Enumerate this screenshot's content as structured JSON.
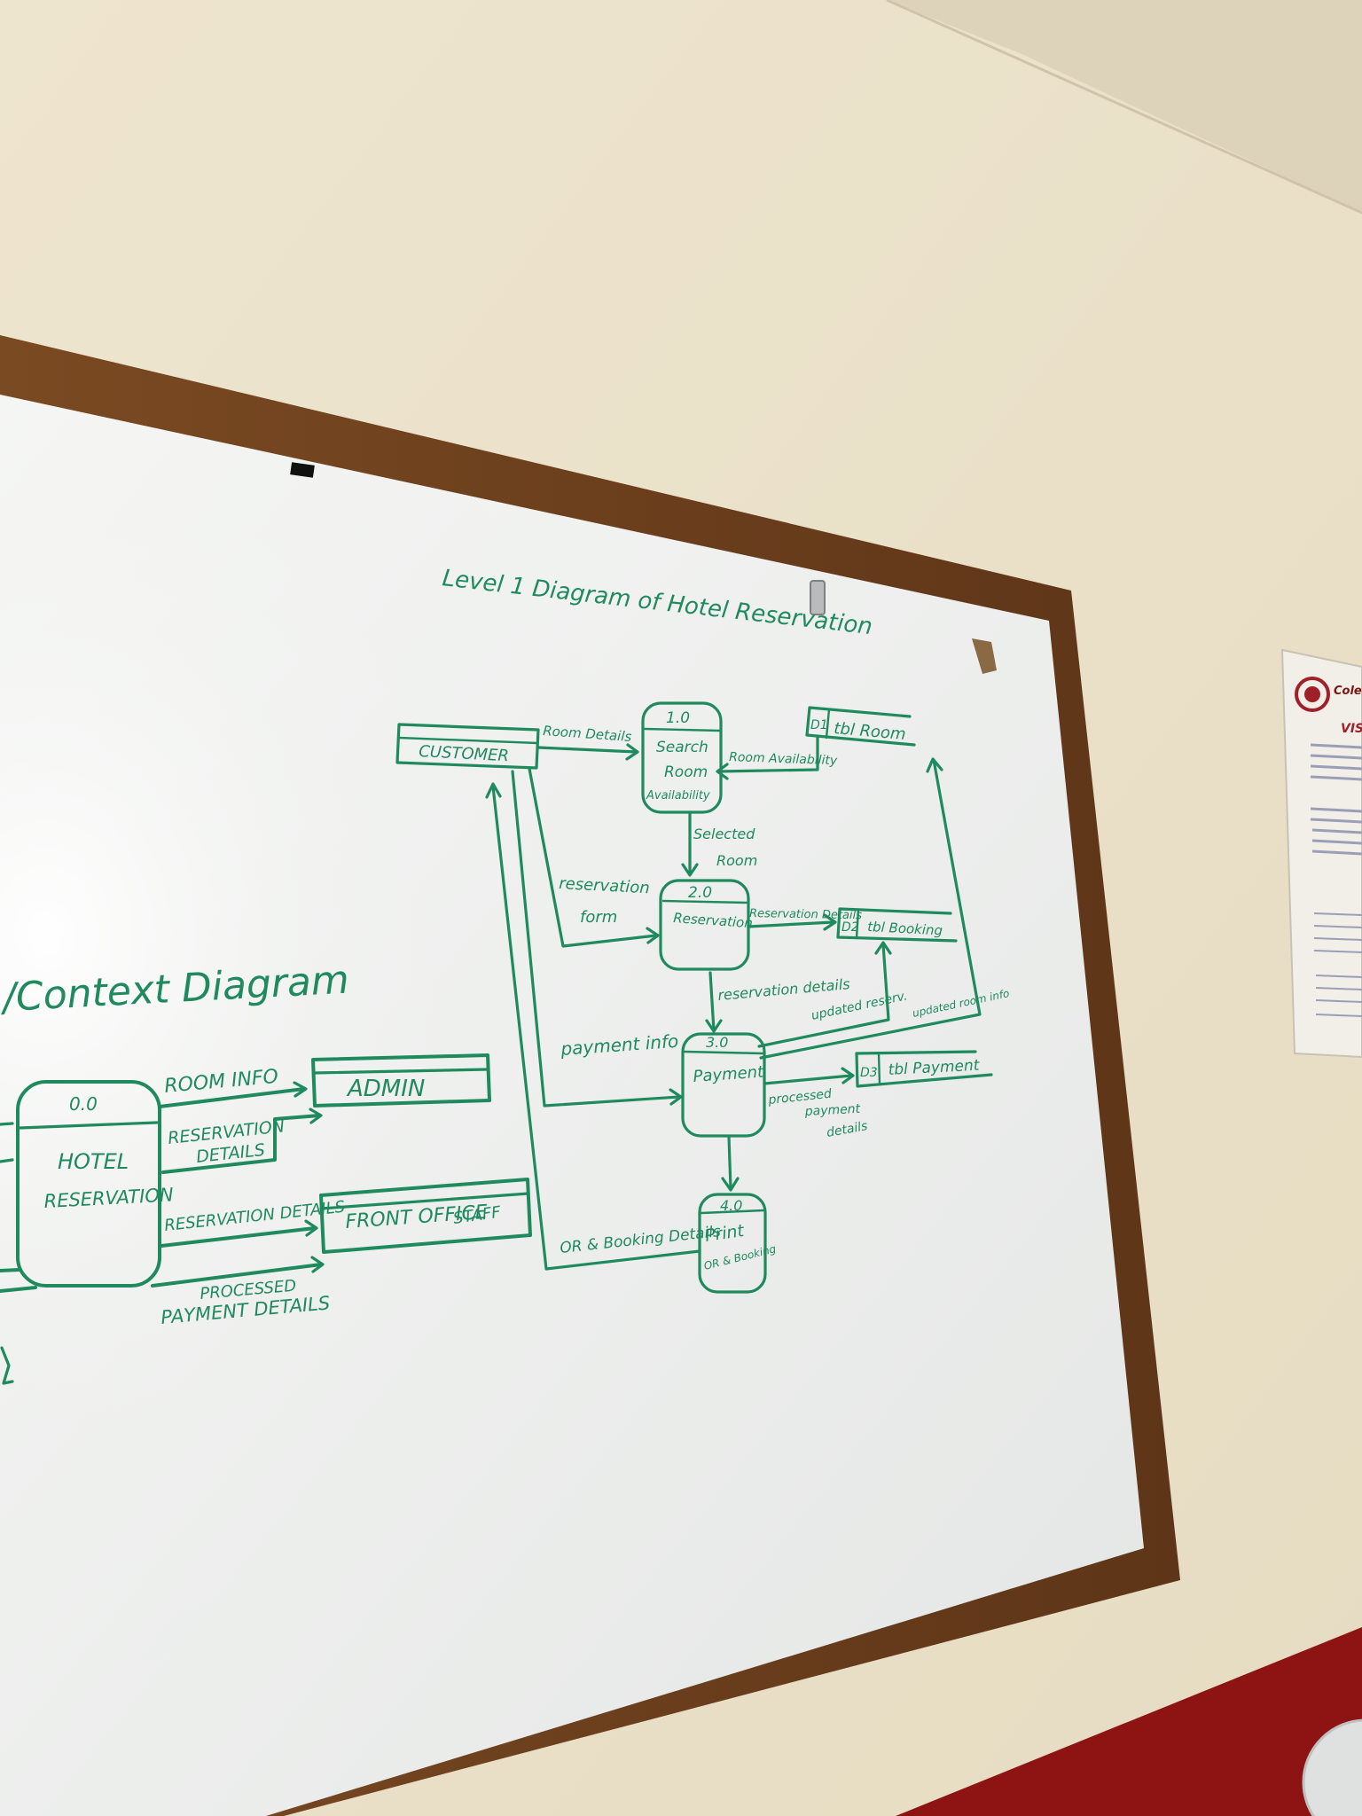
{
  "colors": {
    "wall": "#ece3cc",
    "frame": "#6b3f1d",
    "board": "#f4f5f3",
    "marker": "#1f8a5e",
    "stripe": "#8e1414"
  },
  "board": {
    "title": "Level 1 Diagram of Hotel Reservation",
    "level1": {
      "customer": "CUSTOMER",
      "p1_number": "1.0",
      "p1_name": [
        "Search",
        "Room",
        "Availability"
      ],
      "p2_number": "2.0",
      "p2_name": "Reservation",
      "p3_number": "3.0",
      "p3_name": "Payment",
      "p4_number": "4.0",
      "p4_name": [
        "Print",
        "OR & Booking"
      ],
      "d1_id": "D1",
      "d1_name": "tbl Room",
      "d2_id": "D2",
      "d2_name": "tbl Booking",
      "d3_id": "D3",
      "d3_name": "tbl Payment",
      "flow_room_details": "Room Details",
      "flow_room_availability": "Room Availability",
      "flow_selected_room": [
        "Selected",
        "Room"
      ],
      "flow_reservation_form": [
        "reservation",
        "form"
      ],
      "flow_reservation_details": "Reservation Details",
      "flow_reservation_details_lower": "reservation details",
      "flow_updated_reserv": "updated reserv.",
      "flow_updated_room_info": "updated room info",
      "flow_payment_info": "payment info",
      "flow_processed_payment": [
        "processed",
        "payment",
        "details"
      ],
      "flow_or_booking": "OR & Booking Details"
    },
    "context": {
      "heading": "/Context Diagram",
      "process_number": "0.0",
      "process_name": [
        "HOTEL",
        "RESERVATION"
      ],
      "admin": "ADMIN",
      "front_office": [
        "FRONT OFFICE",
        "STAFF"
      ],
      "flow_room_info": "ROOM INFO",
      "flow_reservation_details": [
        "RESERVATION",
        "DETAILS"
      ],
      "flow_reservation_details_2": "RESERVATION DETAILS",
      "flow_processed_payment": [
        "PROCESSED",
        "PAYMENT DETAILS"
      ]
    }
  },
  "poster": {
    "header": "Colegio",
    "section": "VIS"
  }
}
